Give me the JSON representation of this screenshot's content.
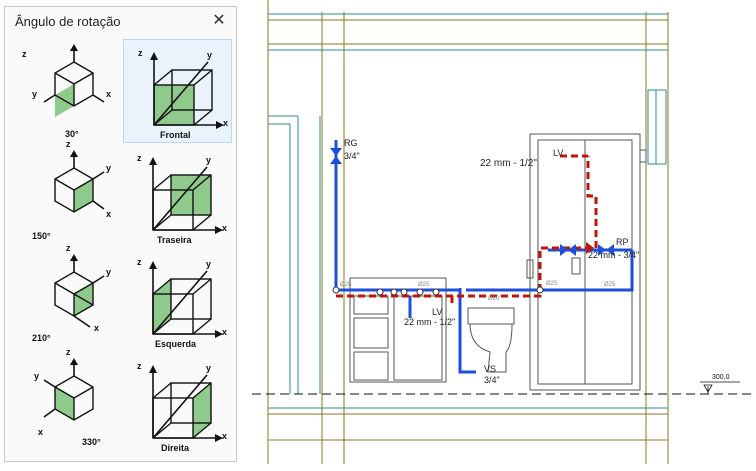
{
  "panel": {
    "title": "Ângulo de rotação",
    "close_glyph": "✕",
    "views": [
      {
        "label": "30°",
        "selected": false
      },
      {
        "label": "Frontal",
        "selected": true
      },
      {
        "label": "150°",
        "selected": false
      },
      {
        "label": "Traseira",
        "selected": false
      },
      {
        "label": "210°",
        "selected": false
      },
      {
        "label": "Esquerda",
        "selected": false
      },
      {
        "label": "330°",
        "selected": false
      },
      {
        "label": "Direita",
        "selected": false
      }
    ],
    "axis_labels": {
      "x": "x",
      "y": "y",
      "z": "z"
    }
  },
  "drawing": {
    "labels": {
      "rg": "RG",
      "rg_size": "3/4\"",
      "lv_top": "LV",
      "lv_dim": "22 mm - 1/2\"",
      "rp": "RP",
      "rp_dim": "22 mm - 3/4\"",
      "sink_dim": "22 mm - 1/2\"",
      "lv_mid": "LV",
      "vs": "VS",
      "vs_size": "3/4\"",
      "level": "300,0",
      "d25": "Ø25",
      "d20": "Ø20"
    },
    "colors": {
      "cold": "#1e4fd8",
      "hot": "#c0140c",
      "wall": "#8a7a1e",
      "line": "#222222"
    }
  }
}
